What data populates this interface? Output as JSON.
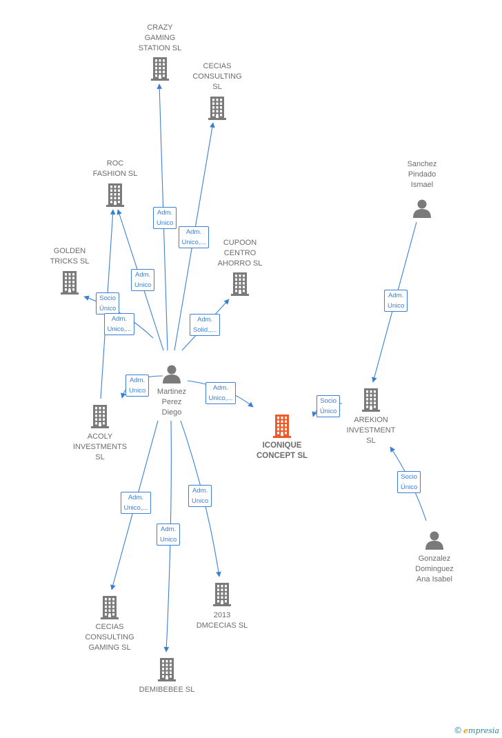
{
  "colors": {
    "edge": "#3a7fd5",
    "building": "#7a7a7a",
    "focus": "#f05a28",
    "text": "#6b6b6b"
  },
  "nodes": [
    {
      "id": "crazy",
      "kind": "company",
      "lines": [
        "CRAZY",
        "GAMING",
        "STATION  SL"
      ]
    },
    {
      "id": "cecias",
      "kind": "company",
      "lines": [
        "CECIAS",
        "CONSULTING",
        "SL"
      ]
    },
    {
      "id": "roc",
      "kind": "company",
      "lines": [
        "ROC",
        "FASHION  SL"
      ]
    },
    {
      "id": "golden",
      "kind": "company",
      "lines": [
        "GOLDEN",
        "TRICKS  SL"
      ]
    },
    {
      "id": "cupoon",
      "kind": "company",
      "lines": [
        "CUPOON",
        "CENTRO",
        "AHORRO SL"
      ]
    },
    {
      "id": "martinez",
      "kind": "person",
      "lines": [
        "Martinez",
        "Perez",
        "Diego"
      ]
    },
    {
      "id": "acoly",
      "kind": "company",
      "lines": [
        "ACOLY",
        "INVESTMENTS",
        "SL"
      ]
    },
    {
      "id": "iconique",
      "kind": "focus",
      "lines": [
        "ICONIQUE",
        "CONCEPT  SL"
      ]
    },
    {
      "id": "arekion",
      "kind": "company",
      "lines": [
        "AREKION",
        "INVESTMENT",
        "SL"
      ]
    },
    {
      "id": "sanchez",
      "kind": "person",
      "lines": [
        "Sanchez",
        "Pindado",
        "Ismael"
      ]
    },
    {
      "id": "gonzalez",
      "kind": "person",
      "lines": [
        "Gonzalez",
        "Dominguez",
        "Ana Isabel"
      ]
    },
    {
      "id": "ccgaming",
      "kind": "company",
      "lines": [
        "CECIAS",
        "CONSULTING",
        "GAMING  SL"
      ]
    },
    {
      "id": "demibebee",
      "kind": "company",
      "lines": [
        "DEMIBEBEE SL"
      ]
    },
    {
      "id": "dmcecias",
      "kind": "company",
      "lines": [
        "2013",
        "DMCECIAS SL"
      ]
    }
  ],
  "edges": [
    {
      "id": "e1",
      "label": [
        "Adm.",
        "Unico"
      ]
    },
    {
      "id": "e2",
      "label": [
        "Adm.",
        "Unico,..."
      ]
    },
    {
      "id": "e3",
      "label": [
        "Adm.",
        "Unico"
      ]
    },
    {
      "id": "e4",
      "label": [
        "Socio",
        "Único"
      ]
    },
    {
      "id": "e5",
      "label": [
        "Adm.",
        "Unico,..."
      ]
    },
    {
      "id": "e6",
      "label": [
        "Adm.",
        "Solid.,..."
      ]
    },
    {
      "id": "e7",
      "label": [
        "Adm.",
        "Unico"
      ]
    },
    {
      "id": "e8",
      "label": [
        "Adm.",
        "Unico,..."
      ]
    },
    {
      "id": "e9",
      "label": [
        "Adm.",
        "Unico,..."
      ]
    },
    {
      "id": "e10",
      "label": [
        "Adm.",
        "Unico"
      ]
    },
    {
      "id": "e11",
      "label": [
        "Adm.",
        "Unico"
      ]
    },
    {
      "id": "e12",
      "label": [
        "Adm.",
        "Unico"
      ]
    },
    {
      "id": "e13",
      "label": [
        "Socio",
        "Único"
      ]
    },
    {
      "id": "e14",
      "label": [
        "Socio",
        "Único"
      ]
    }
  ],
  "brand": {
    "copyright": "©",
    "first_letter": "e",
    "rest": "mpresia"
  }
}
